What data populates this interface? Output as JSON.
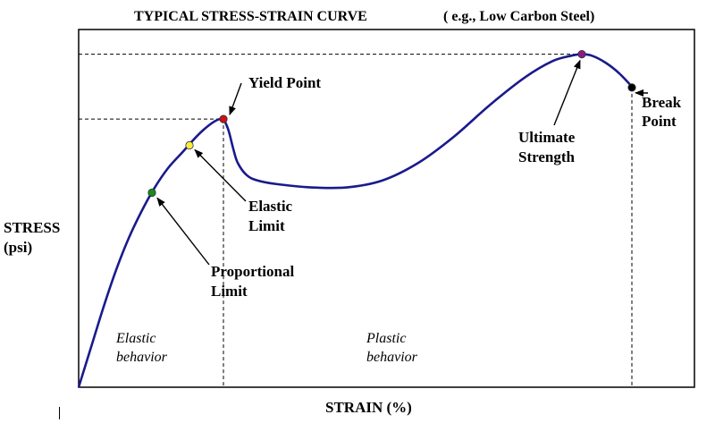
{
  "chart_data": {
    "type": "line",
    "title": "TYPICAL STRESS-STRAIN CURVE",
    "subtitle": "( e.g., Low Carbon Steel)",
    "xlabel": "STRAIN (%)",
    "ylabel": [
      "STRESS",
      "(psi)"
    ],
    "grid": false,
    "series": [
      {
        "color": "#1a1a8c",
        "points": [
          [
            0,
            0
          ],
          [
            14,
            23
          ],
          [
            28,
            46
          ],
          [
            42,
            67
          ],
          [
            56,
            85
          ],
          [
            70,
            100
          ],
          [
            84,
            113
          ],
          [
            100,
            125
          ],
          [
            116,
            134
          ],
          [
            130,
            142
          ],
          [
            140,
            147
          ],
          [
            150,
            151
          ],
          [
            158,
            153
          ],
          [
            163,
            152
          ],
          [
            168,
            146
          ],
          [
            173,
            136
          ],
          [
            178,
            128
          ],
          [
            188,
            121
          ],
          [
            200,
            118
          ],
          [
            220,
            116
          ],
          [
            260,
            114
          ],
          [
            300,
            114
          ],
          [
            340,
            118
          ],
          [
            380,
            128
          ],
          [
            420,
            143
          ],
          [
            460,
            161
          ],
          [
            500,
            177
          ],
          [
            530,
            186
          ],
          [
            550,
            189
          ],
          [
            563,
            190
          ],
          [
            575,
            189
          ],
          [
            590,
            185
          ],
          [
            605,
            179
          ],
          [
            620,
            171
          ]
        ]
      }
    ],
    "markers": [
      {
        "name": "Proportional Limit",
        "x": 82,
        "y": 111,
        "color": "#1a8c1a"
      },
      {
        "name": "Elastic Limit",
        "x": 124,
        "y": 138,
        "color": "#ffeb3b"
      },
      {
        "name": "Yield Point",
        "x": 162,
        "y": 153,
        "color": "#cc1111"
      },
      {
        "name": "Ultimate Strength",
        "x": 563,
        "y": 190,
        "color": "#8a1a8a"
      },
      {
        "name": "Break Point",
        "x": 619,
        "y": 171,
        "color": "#000000"
      }
    ],
    "annotations": {
      "yield_point": "Yield Point",
      "elastic_limit": [
        "Elastic",
        "Limit"
      ],
      "proportional_limit": [
        "Proportional",
        "Limit"
      ],
      "ultimate_strength": [
        "Ultimate",
        "Strength"
      ],
      "break_point": [
        "Break",
        "Point"
      ]
    },
    "regions": {
      "elastic": [
        "Elastic",
        "behavior"
      ],
      "plastic": [
        "Plastic",
        "behavior"
      ]
    },
    "xlim": [
      0,
      690
    ],
    "ylim": [
      0,
      200
    ]
  }
}
